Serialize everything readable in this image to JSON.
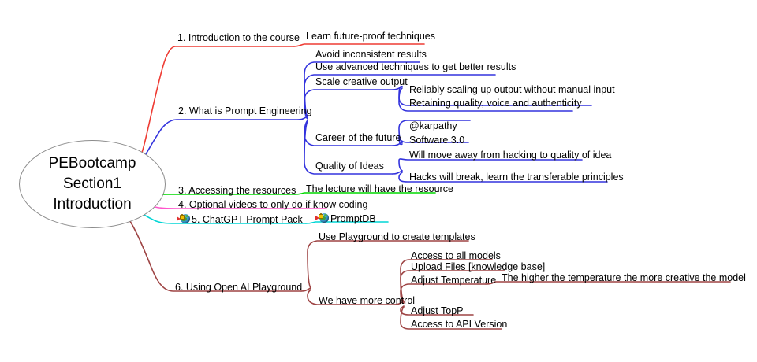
{
  "document": {
    "type": "mind-map",
    "background": "#ffffff"
  },
  "root": {
    "name": "central-topic",
    "lines": [
      "PEBootcamp",
      "Section1",
      "Introduction"
    ],
    "shape": "ellipse",
    "border_color": "#8c8c8c"
  },
  "colors": {
    "branch1": "#ee3b33",
    "branch2": "#3333dd",
    "branch3": "#00d900",
    "branch4": "#ff55cc",
    "branch5": "#00d5d5",
    "branch6": "#9e4444"
  },
  "branches": [
    {
      "id": 1,
      "label": "1. Introduction to the course",
      "color": "#ee3b33",
      "children": [
        {
          "label": "Learn future-proof techniques",
          "children": []
        }
      ]
    },
    {
      "id": 2,
      "label": "2. What is Prompt Engineering",
      "color": "#3333dd",
      "children": [
        {
          "label": "Avoid inconsistent results",
          "children": []
        },
        {
          "label": "Use advanced techniques to get better results",
          "children": []
        },
        {
          "label": "Scale creative output",
          "children": [
            {
              "label": "Reliably scaling up output without manual input"
            },
            {
              "label": "Retaining quality, voice and authenticity"
            }
          ]
        },
        {
          "label": "Career of the future",
          "children": [
            {
              "label": "@karpathy"
            },
            {
              "label": "Software 3.0"
            }
          ]
        },
        {
          "label": "Quality of Ideas",
          "children": [
            {
              "label": "Will move away from hacking to quality of idea"
            },
            {
              "label": "Hacks will break, learn the transferable principles"
            }
          ]
        }
      ]
    },
    {
      "id": 3,
      "label": "3. Accessing the resources",
      "color": "#00d900",
      "children": [
        {
          "label": "The lecture will have the resource",
          "children": []
        }
      ]
    },
    {
      "id": 4,
      "label": "4. Optional videos to only do if know coding",
      "color": "#ff55cc",
      "children": []
    },
    {
      "id": 5,
      "label": "5. ChatGPT Prompt Pack",
      "icon": "hyperlink-globe-icon",
      "color": "#00d5d5",
      "children": [
        {
          "label": "PromptDB",
          "icon": "hyperlink-globe-icon",
          "children": []
        }
      ]
    },
    {
      "id": 6,
      "label": "6. Using Open AI Playground",
      "color": "#9e4444",
      "children": [
        {
          "label": "Use Playground to create templates",
          "children": []
        },
        {
          "label": "We have more control",
          "children": [
            {
              "label": "Access to all models"
            },
            {
              "label": "Upload Files [knowledge base]"
            },
            {
              "label": "Adjust Temperature",
              "children": [
                {
                  "label": "The higher the temperature the more creative the model"
                }
              ]
            },
            {
              "label": "Adjust TopP"
            },
            {
              "label": "Access to API Version"
            }
          ]
        }
      ]
    }
  ]
}
